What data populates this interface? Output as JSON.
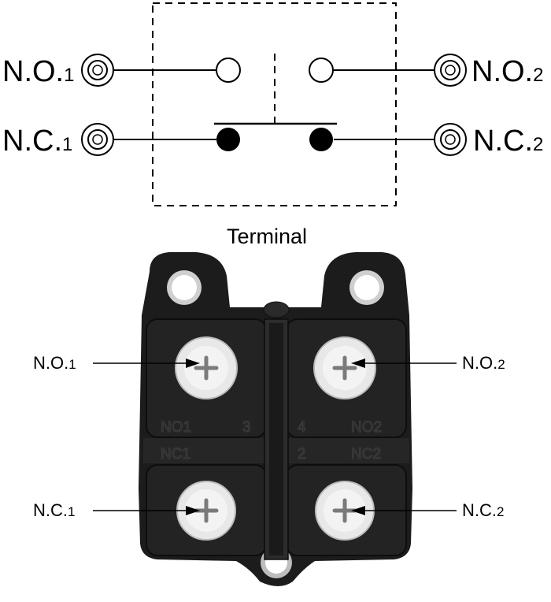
{
  "schematic": {
    "labels": {
      "no1": {
        "main": "N.O.",
        "sub": "1"
      },
      "no2": {
        "main": "N.O.",
        "sub": "2"
      },
      "nc1": {
        "main": "N.C.",
        "sub": "1"
      },
      "nc2": {
        "main": "N.C.",
        "sub": "2"
      }
    }
  },
  "photo": {
    "caption": "Terminal",
    "engraved": {
      "no1": "NO1",
      "num3": "3",
      "num4": "4",
      "no2": "NO2",
      "nc1": "NC1",
      "num2": "2",
      "nc2": "NC2"
    },
    "labels": {
      "no1": {
        "main": "N.O.",
        "sub": "1"
      },
      "no2": {
        "main": "N.O.",
        "sub": "2"
      },
      "nc1": {
        "main": "N.C.",
        "sub": "1"
      },
      "nc2": {
        "main": "N.C.",
        "sub": "2"
      }
    }
  },
  "colors": {
    "line": "#000000",
    "housing": "#1c1c1c",
    "screw": "#e6e6e6"
  }
}
